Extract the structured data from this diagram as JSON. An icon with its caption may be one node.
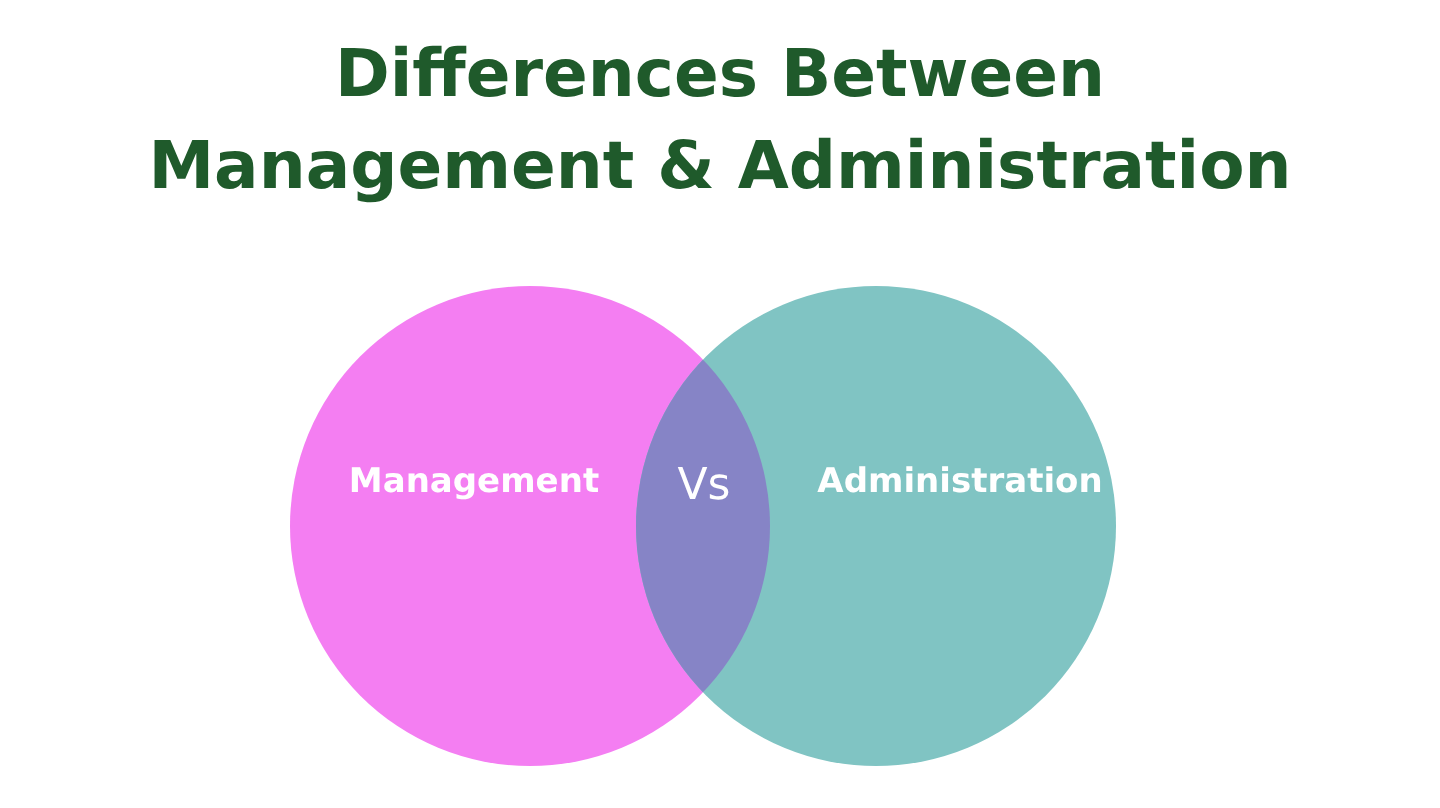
{
  "diagram": {
    "title": "Differences Between Management & Administration",
    "nodes": [
      {
        "text": [
          "Management"
        ]
      },
      {
        "text": [
          "Administration"
        ]
      }
    ],
    "labels": [
      "Vs"
    ]
  }
}
